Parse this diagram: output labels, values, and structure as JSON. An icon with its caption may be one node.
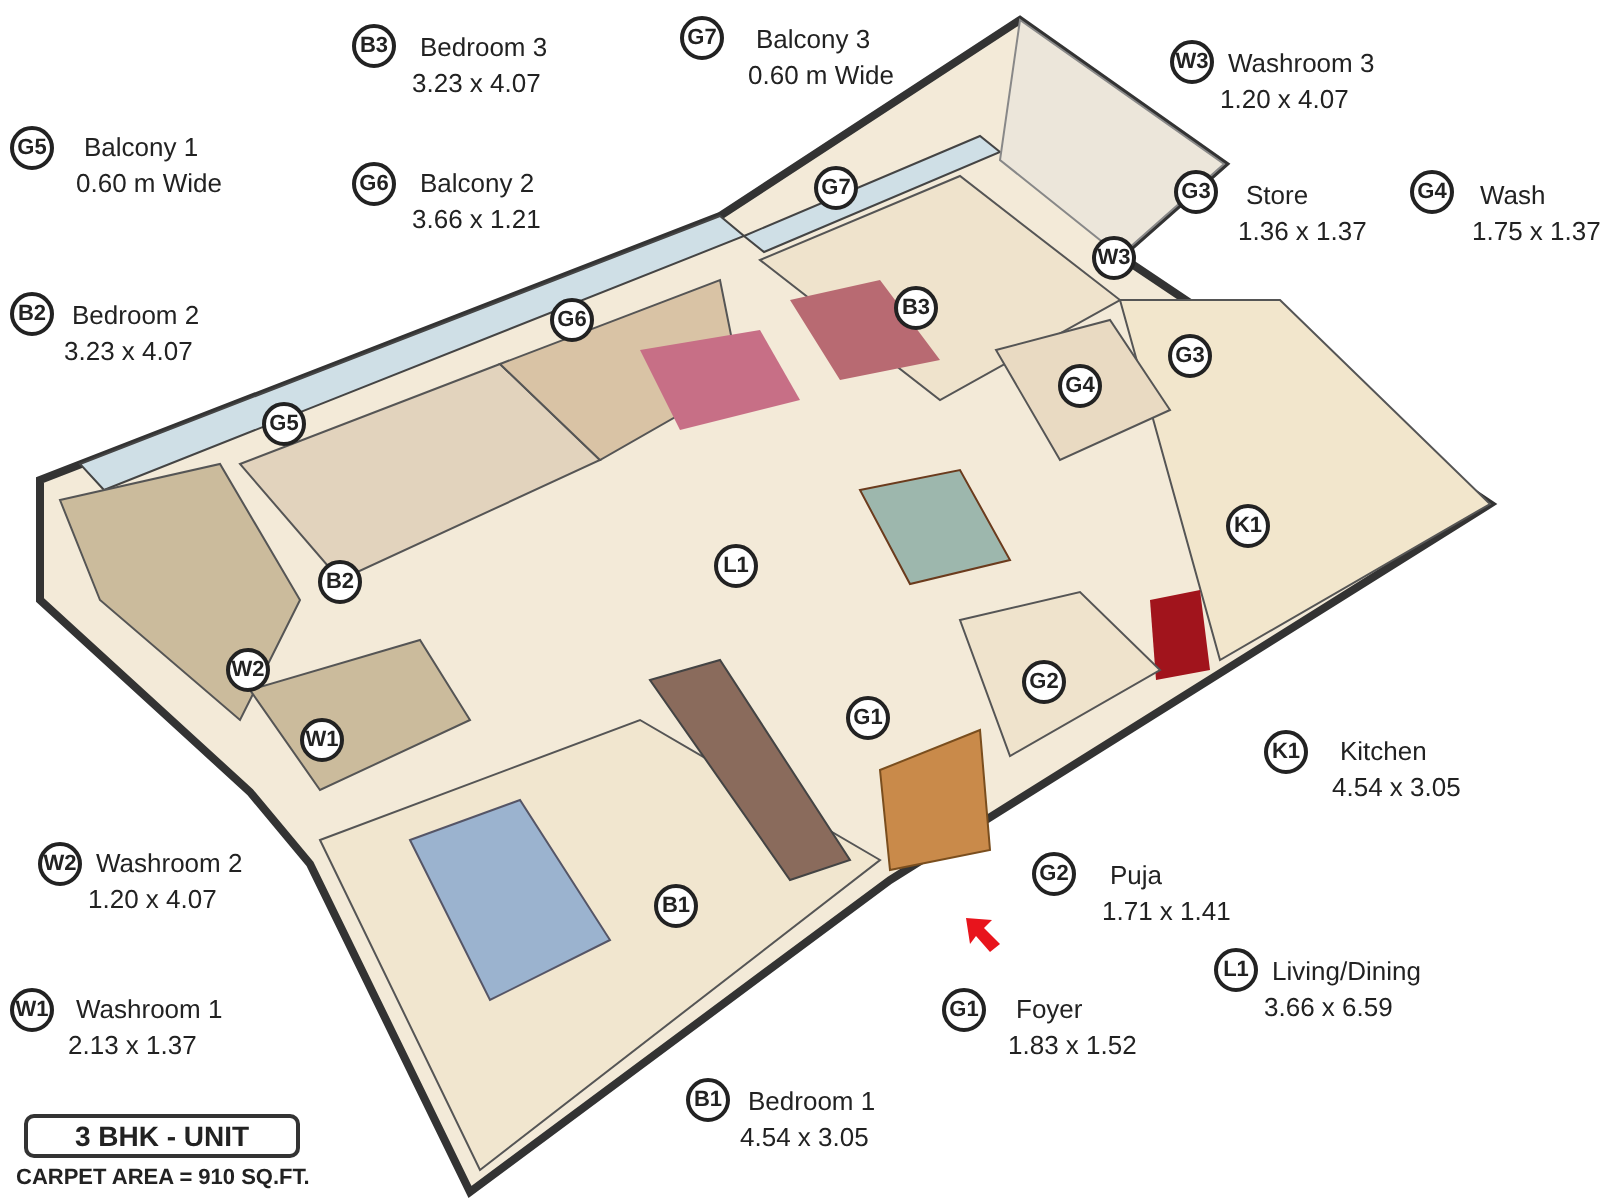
{
  "diagram": {
    "title": "3 BHK - UNIT",
    "caption": "CARPET AREA = 910 SQ.FT.",
    "nodes": [
      {
        "text": [
          "B3"
        ],
        "beside": [
          "Bedroom 3",
          "3.23 x 4.07"
        ]
      },
      {
        "text": [
          "G7"
        ],
        "beside": [
          "Balcony 3",
          "0.60 m Wide"
        ]
      },
      {
        "text": [
          "W3"
        ],
        "beside": [
          "Washroom 3",
          "1.20 x 4.07"
        ]
      },
      {
        "text": [
          "G5"
        ],
        "beside": [
          "Balcony 1",
          "0.60 m Wide"
        ]
      },
      {
        "text": [
          "G6"
        ],
        "beside": [
          "Balcony 2",
          "3.66 x 1.21"
        ]
      },
      {
        "text": [
          "G3"
        ],
        "beside": [
          "Store",
          "1.36 x 1.37"
        ]
      },
      {
        "text": [
          "G4"
        ],
        "beside": [
          "Wash",
          "1.75 x 1.37"
        ]
      },
      {
        "text": [
          "B2"
        ],
        "beside": [
          "Bedroom 2",
          "3.23 x 4.07"
        ]
      },
      {
        "text": [
          "K1"
        ],
        "beside": [
          "Kitchen",
          "4.54 x 3.05"
        ]
      },
      {
        "text": [
          "W2"
        ],
        "beside": [
          "Washroom 2",
          "1.20 x 4.07"
        ]
      },
      {
        "text": [
          "G2"
        ],
        "beside": [
          "Puja",
          "1.71 x 1.41"
        ]
      },
      {
        "text": [
          "L1"
        ],
        "beside": [
          "Living/Dining",
          "3.66 x 6.59"
        ]
      },
      {
        "text": [
          "W1"
        ],
        "beside": [
          "Washroom 1",
          "2.13 x 1.37"
        ]
      },
      {
        "text": [
          "G1"
        ],
        "beside": [
          "Foyer",
          "1.83 x 1.52"
        ]
      },
      {
        "text": [
          "B1"
        ],
        "beside": [
          "Bedroom 1",
          "4.54 x 3.05"
        ]
      },
      {
        "text": [
          "G7"
        ]
      },
      {
        "text": [
          "W3"
        ]
      },
      {
        "text": [
          "B3"
        ]
      },
      {
        "text": [
          "G6"
        ]
      },
      {
        "text": [
          "G3"
        ]
      },
      {
        "text": [
          "G5"
        ]
      },
      {
        "text": [
          "G4"
        ]
      },
      {
        "text": [
          "K1"
        ]
      },
      {
        "text": [
          "L1"
        ]
      },
      {
        "text": [
          "B2"
        ]
      },
      {
        "text": [
          "G2"
        ]
      },
      {
        "text": [
          "W2"
        ]
      },
      {
        "text": [
          "G1"
        ]
      },
      {
        "text": [
          "W1"
        ]
      },
      {
        "text": [
          "B1"
        ]
      },
      {
        "text": [],
        "shape": "arrow"
      }
    ]
  }
}
